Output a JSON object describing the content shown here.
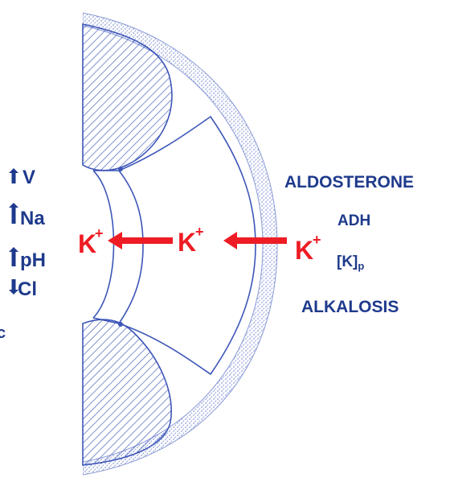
{
  "colors": {
    "blue": "#1e3a8c",
    "line": "#3d56b8",
    "red": "#ee1c24",
    "stipple": "#8a9ad6"
  },
  "left_factors": [
    {
      "arrow": "up",
      "text": "V"
    },
    {
      "arrow": "up",
      "text": "Na"
    },
    {
      "arrow": "up",
      "text": "pH"
    },
    {
      "arrow": "down",
      "text": "Cl"
    }
  ],
  "right_factors": {
    "aldosterone": "ALDOSTERONE",
    "adh": "ADH",
    "k_plasma": "[K]",
    "k_plasma_sub": "p",
    "alkalosis": "ALKALOSIS"
  },
  "ions": {
    "symbol": "K",
    "charge": "+"
  },
  "edge_fragment": "c"
}
